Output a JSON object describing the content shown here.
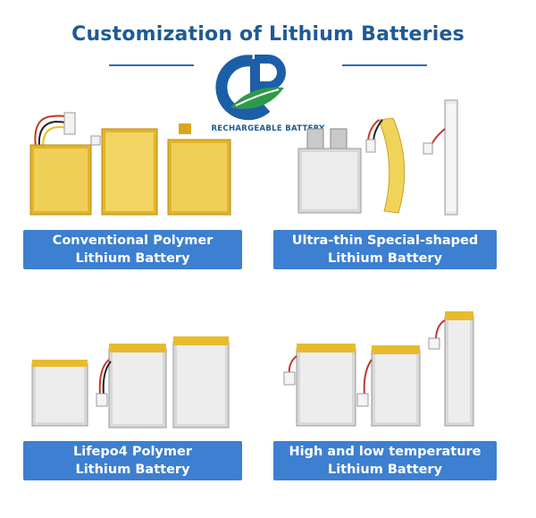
{
  "heading": "Customization of Lithium Batteries",
  "logo": {
    "text": "RECHARGEABLE BATTERY",
    "icon": "gp-leaf-logo"
  },
  "categories": [
    {
      "line1": "Conventional Polymer",
      "line2": "Lithium Battery"
    },
    {
      "line1": "Ultra-thin Special-shaped",
      "line2": "Lithium Battery"
    },
    {
      "line1": "Lifepo4 Polymer",
      "line2": "Lithium Battery"
    },
    {
      "line1": "High and low temperature",
      "line2": "Lithium Battery"
    }
  ],
  "colors": {
    "heading": "#1f5a94",
    "label_bg": "#3d7fd0",
    "label_text": "#ffffff",
    "logo_blue": "#1c5ea8",
    "logo_green": "#2e9a48"
  }
}
